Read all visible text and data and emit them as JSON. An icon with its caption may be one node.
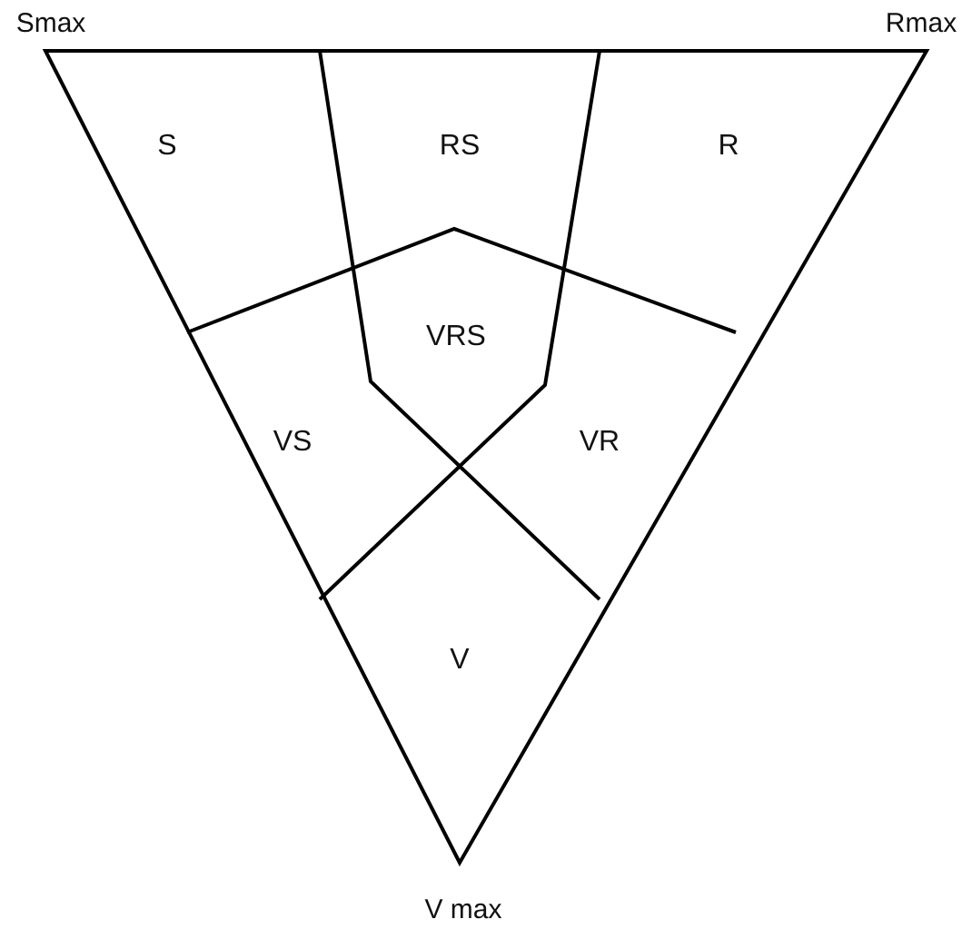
{
  "diagram": {
    "labels": [
      "Smax",
      "Rmax",
      "S",
      "RS",
      "R",
      "VRS",
      "VS",
      "VR",
      "V",
      "V max"
    ]
  }
}
